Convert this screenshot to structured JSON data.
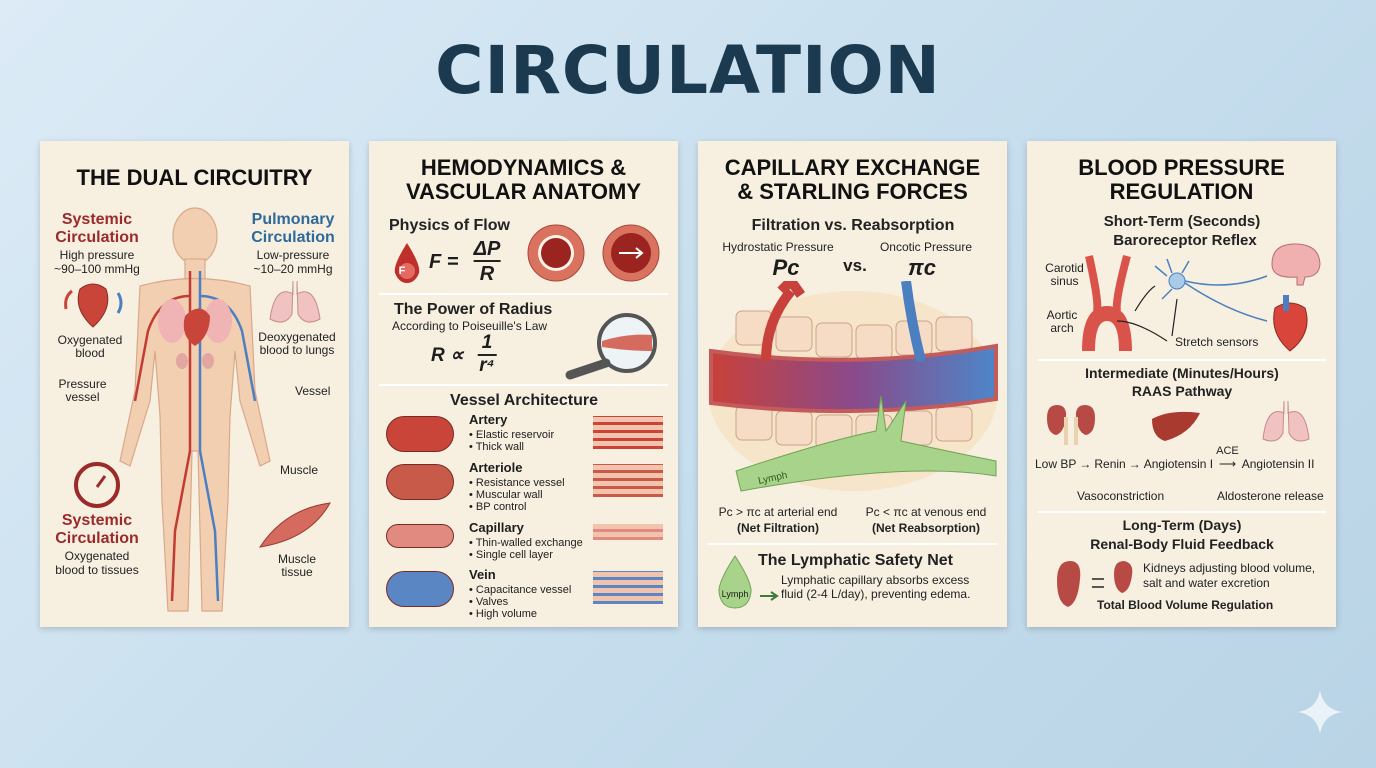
{
  "title": "CIRCULATION",
  "panels": {
    "dual": {
      "title": "THE DUAL CIRCUITRY",
      "systemic_top": {
        "heading": "Systemic Circulation",
        "line1": "High pressure",
        "line2": "~90–100 mmHg"
      },
      "pulmonary": {
        "heading": "Pulmonary Circulation",
        "line1": "Low-pressure",
        "line2": "~10–20 mmHg"
      },
      "oxygenated_blood": "Oxygenated blood",
      "deoxygenated": "Deoxygenated blood to lungs",
      "pressure_vessel": "Pressure vessel",
      "vessel": "Vessel",
      "muscle": "Muscle",
      "systemic_bottom": {
        "heading": "Systemic Circulation",
        "line1": "Oxygenated",
        "line2": "blood to tissues"
      },
      "muscle_tissue": "Muscle tissue"
    },
    "hemo": {
      "title_line1": "HEMODYNAMICS &",
      "title_line2": "VASCULAR ANATOMY",
      "physics": "Physics of Flow",
      "drop_letter": "F",
      "flow_lhs": "F =",
      "flow_num": "ΔP",
      "flow_den": "R",
      "radius": "The Power of Radius",
      "poiseuille": "According to Poiseuille's Law",
      "res_lhs": "R ∝",
      "res_num": "1",
      "res_den": "r⁴",
      "architecture": "Vessel Architecture",
      "vessels": [
        {
          "name": "Artery",
          "bullets": [
            "• Elastic reservoir",
            "• Thick wall"
          ],
          "color": "#c9453a"
        },
        {
          "name": "Arteriole",
          "bullets": [
            "• Resistance vessel",
            "• Muscular wall",
            "• BP control"
          ],
          "color": "#c85a4a"
        },
        {
          "name": "Capillary",
          "bullets": [
            "• Thin-walled exchange",
            "• Single cell layer"
          ],
          "color": "#e08a80"
        },
        {
          "name": "Vein",
          "bullets": [
            "• Capacitance vessel",
            "• Valves",
            "• High volume"
          ],
          "color": "#5b86c4"
        }
      ]
    },
    "capillary": {
      "title_line1": "CAPILLARY EXCHANGE",
      "title_line2": "& STARLING FORCES",
      "subtitle": "Filtration vs. Reabsorption",
      "hydrostatic": "Hydrostatic Pressure",
      "pc": "Pc",
      "vs": "vs.",
      "oncotic": "Oncotic Pressure",
      "pic": "πc",
      "lymph_label": "Lymph",
      "arterial": "Pc > πc at arterial end",
      "net_filtration": "(Net Filtration)",
      "venous": "Pc < πc at venous end",
      "net_reabsorption": "(Net Reabsorption)",
      "safety_net": "The Lymphatic Safety Net",
      "drop_label": "Lymph",
      "safety_line1": "Lymphatic capillary absorbs excess",
      "safety_line2": "fluid (2-4 L/day), preventing edema."
    },
    "bp": {
      "title_line1": "BLOOD PRESSURE",
      "title_line2": "REGULATION",
      "short_line1": "Short-Term (Seconds)",
      "short_line2": "Baroreceptor Reflex",
      "carotid": "Carotid sinus",
      "aortic": "Aortic arch",
      "stretch": "Stretch sensors",
      "inter_line1": "Intermediate (Minutes/Hours)",
      "inter_line2": "RAAS Pathway",
      "low_bp": "Low BP",
      "renin": "Renin",
      "ang1": "Angiotensin I",
      "ace": "ACE",
      "ang2": "Angiotensin II",
      "vaso": "Vasoconstriction",
      "aldo": "Aldosterone release",
      "long_line1": "Long-Term (Days)",
      "long_line2": "Renal-Body Fluid Feedback",
      "kidney_line1": "Kidneys adjusting blood volume,",
      "kidney_line2": "salt and water excretion",
      "total": "Total Blood Volume Regulation"
    }
  },
  "colors": {
    "systemic": "#9b2a2a",
    "pulmonary": "#2f6a9a",
    "panel": "#f7f0e1",
    "title": "#1b3a50"
  },
  "icons": [
    "heart-icon",
    "lungs-icon",
    "gauge-icon",
    "muscle-icon",
    "blood-drop-icon",
    "magnifier-icon",
    "brain-icon",
    "kidney-icon",
    "liver-icon",
    "neuron-icon",
    "sparkle-icon"
  ]
}
